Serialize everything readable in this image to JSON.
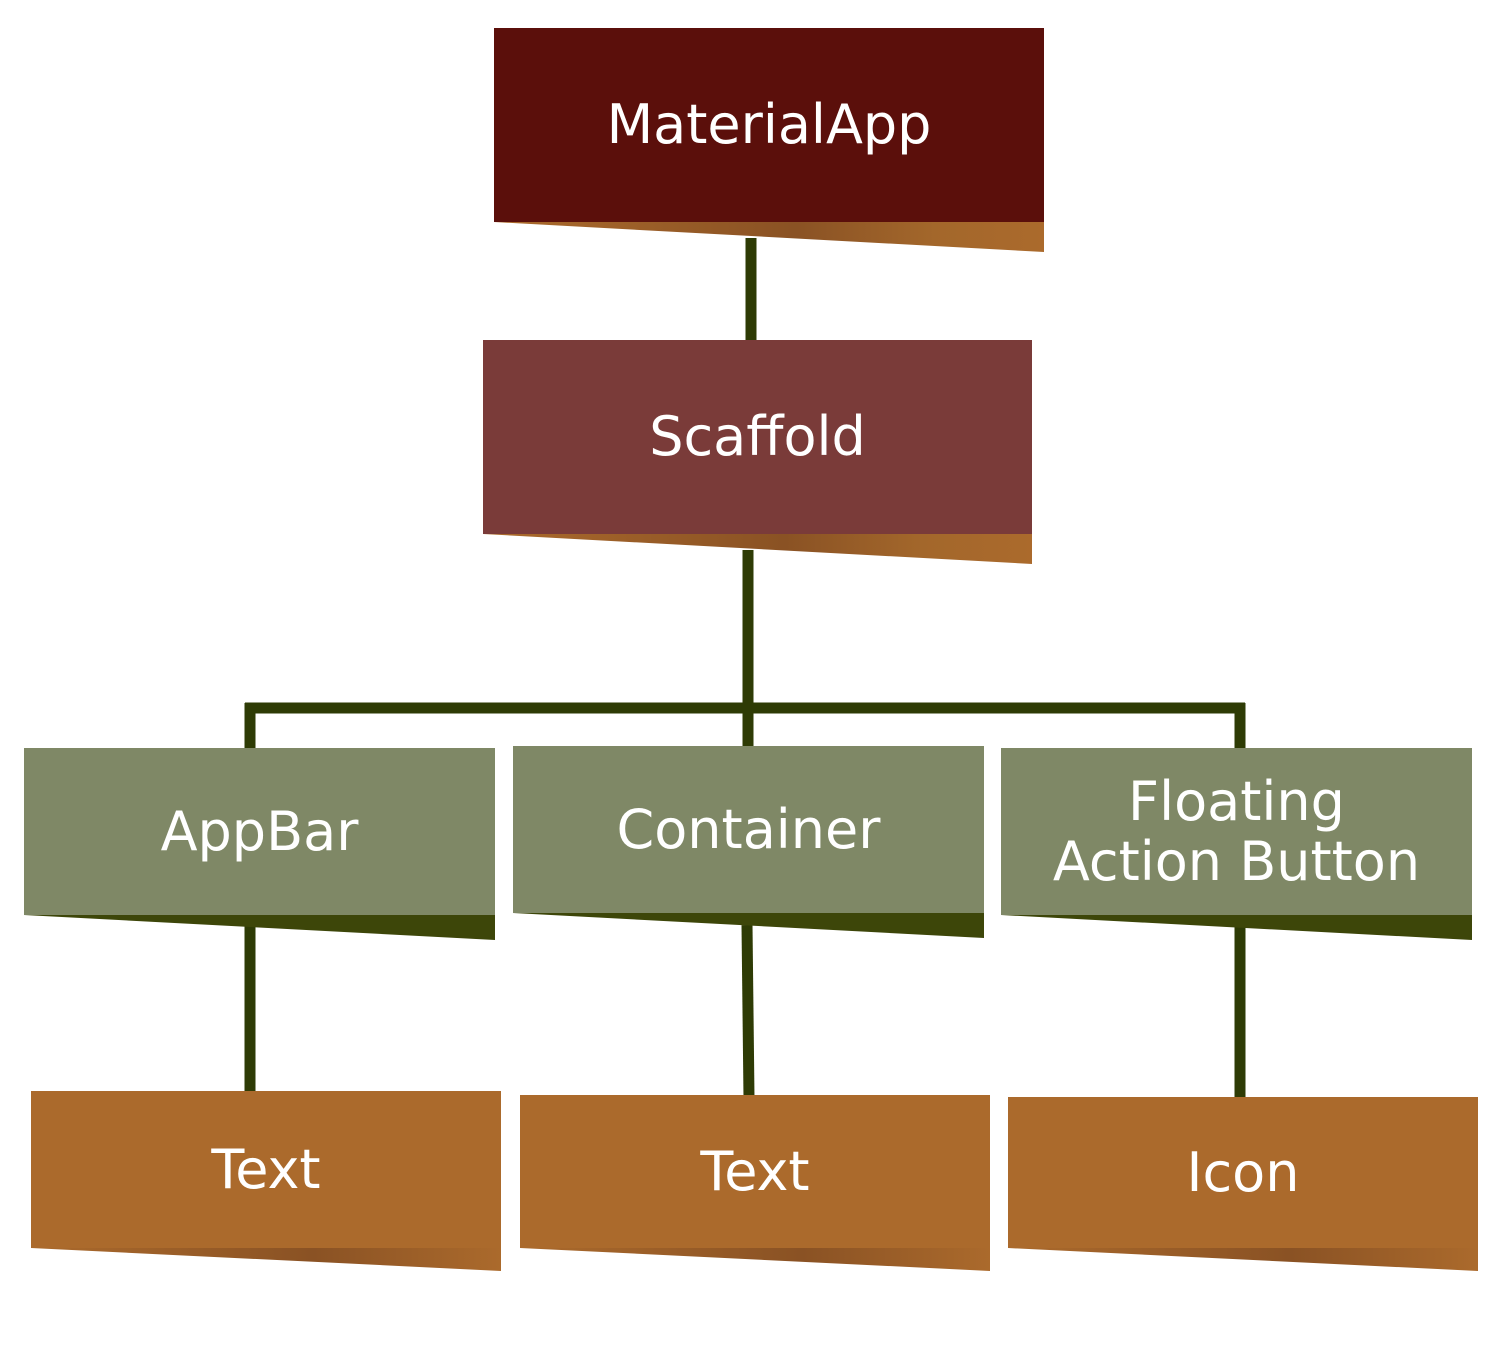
{
  "colors": {
    "root": "#5b0f0b",
    "level1": "#7a3b39",
    "level2": "#7f8866",
    "level3": "#ab6a2c",
    "connector": "#2e3b05",
    "fold_warm": "#ab6a2c",
    "fold_warm_dark": "#8a5224",
    "fold_green": "#3d4609",
    "text": "#ffffff"
  },
  "nodes": {
    "material_app": {
      "label": "MaterialApp"
    },
    "scaffold": {
      "label": "Scaffold"
    },
    "appbar": {
      "label": "AppBar"
    },
    "container": {
      "label": "Container"
    },
    "fab": {
      "label": "Floating\nAction Button"
    },
    "appbar_text": {
      "label": "Text"
    },
    "container_text": {
      "label": "Text"
    },
    "fab_icon": {
      "label": "Icon"
    }
  }
}
